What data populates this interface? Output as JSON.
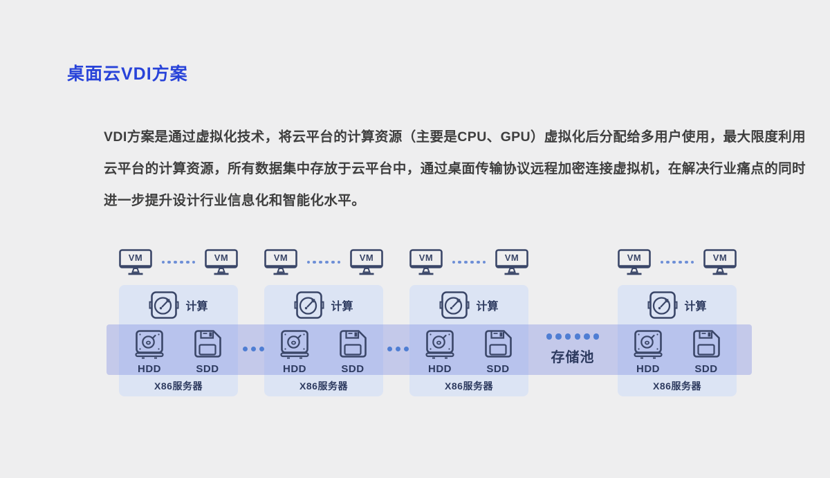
{
  "slide": {
    "background": "#eeeeef",
    "title": "桌面云VDI方案",
    "paragraph_lines": [
      "VDI方案是通过虚拟化技术，将云平台的计算资源（主要是CPU、GPU）虚拟化后分配给多用户使用，最大限度利用",
      "云平台的计算资源，所有数据集中存放于云平台中，通过桌面传输协议远程加密连接虚拟机，在解决行业痛点的同时",
      "进一步提升设计行业信息化和智能化水平。"
    ]
  },
  "diagram": {
    "vm_label": "VM",
    "compute_label": "计算",
    "hdd_label": "HDD",
    "sdd_label": "SDD",
    "server_label": "X86服务器",
    "storage_pool_label": "存储池",
    "colors": {
      "title": "#2843d9",
      "body_text": "#3e3e3e",
      "icon_stroke": "#3a4668",
      "label_navy": "#2d3a5f",
      "card_bg": "#dce4f4",
      "band_fill": "rgba(121,136,224,0.36)",
      "dot_small": "#6e8fd6",
      "dot_large": "#4f7ed3"
    }
  }
}
